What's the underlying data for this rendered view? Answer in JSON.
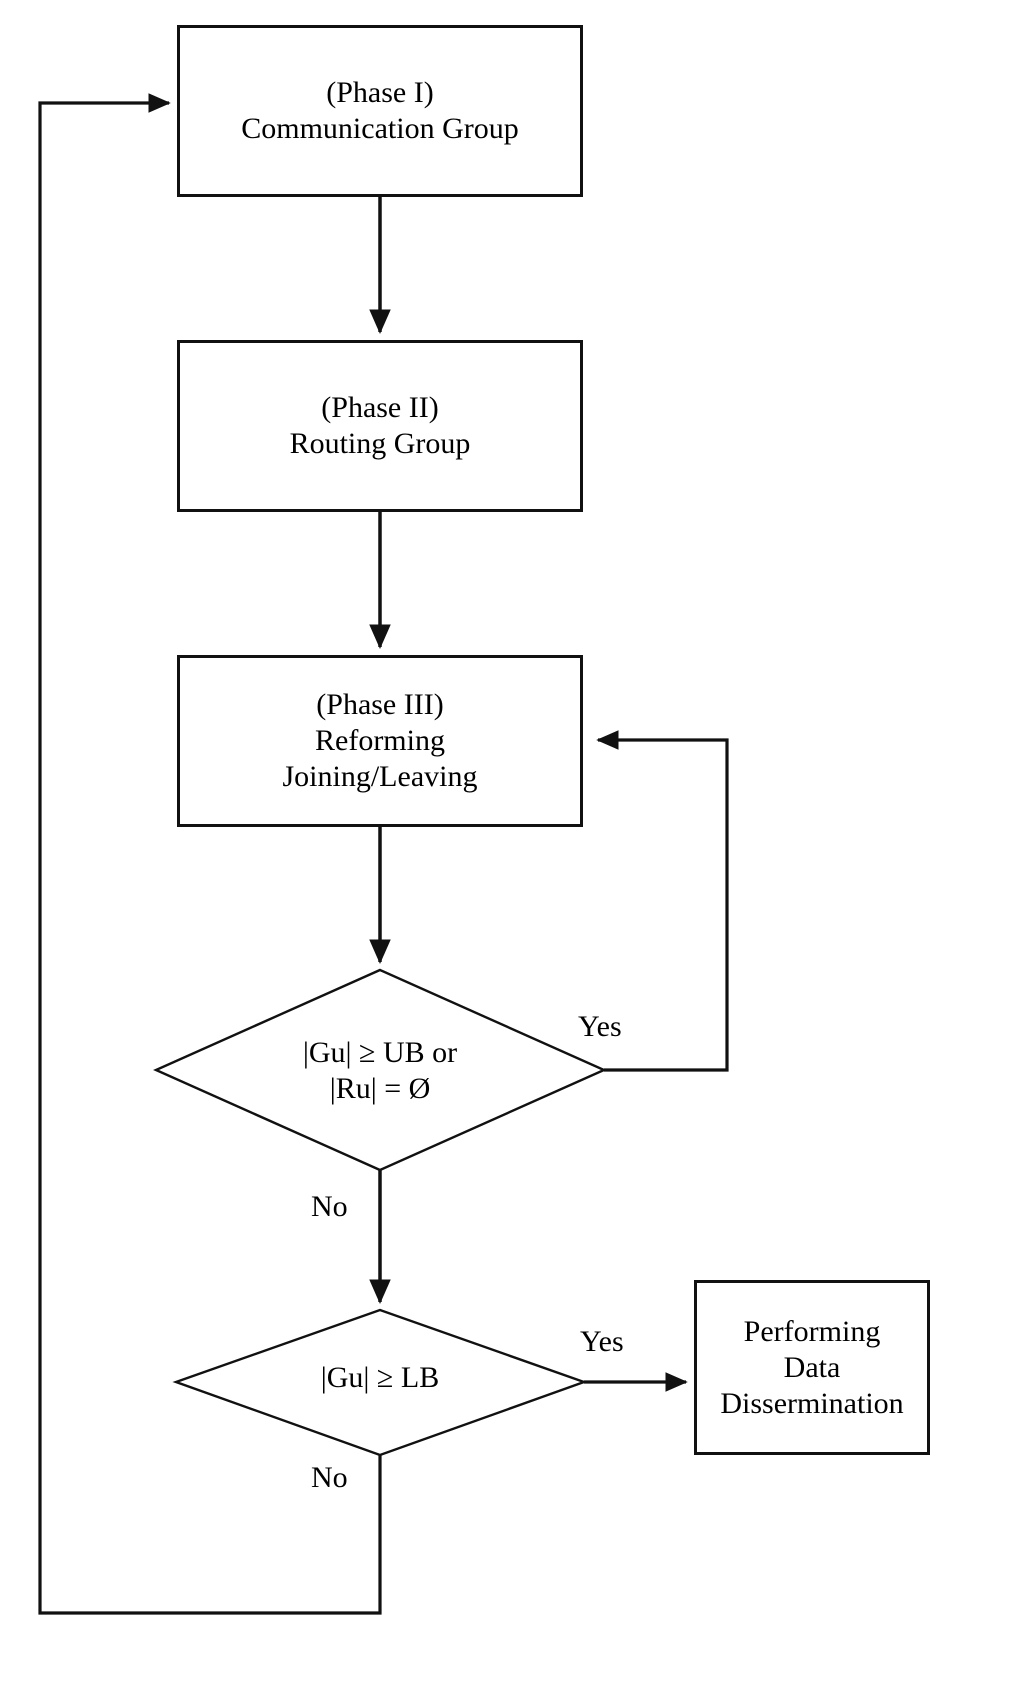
{
  "diagram": {
    "type": "flowchart",
    "title": "Group formation and data dissemination flowchart",
    "background_color": "#ffffff",
    "stroke_color": "#111111",
    "text_color": "#000000"
  },
  "nodes": {
    "phase1": {
      "shape": "process",
      "line1": "(Phase I)",
      "line2": "Communication Group"
    },
    "phase2": {
      "shape": "process",
      "line1": "(Phase II)",
      "line2": "Routing Group"
    },
    "phase3": {
      "shape": "process",
      "line1": "(Phase III)",
      "line2": "Reforming",
      "line3": "Joining/Leaving"
    },
    "decision1": {
      "shape": "decision",
      "line1": "|Gu| ≥ UB or",
      "line2": "|Ru| =  Ø"
    },
    "decision2": {
      "shape": "decision",
      "line1": "|Gu| ≥ LB"
    },
    "dissemination": {
      "shape": "process",
      "line1": "Performing",
      "line2": "Data",
      "line3": "Dissermination"
    }
  },
  "edge_labels": {
    "decision1_yes": "Yes",
    "decision1_no": "No",
    "decision2_yes": "Yes",
    "decision2_no": "No"
  }
}
